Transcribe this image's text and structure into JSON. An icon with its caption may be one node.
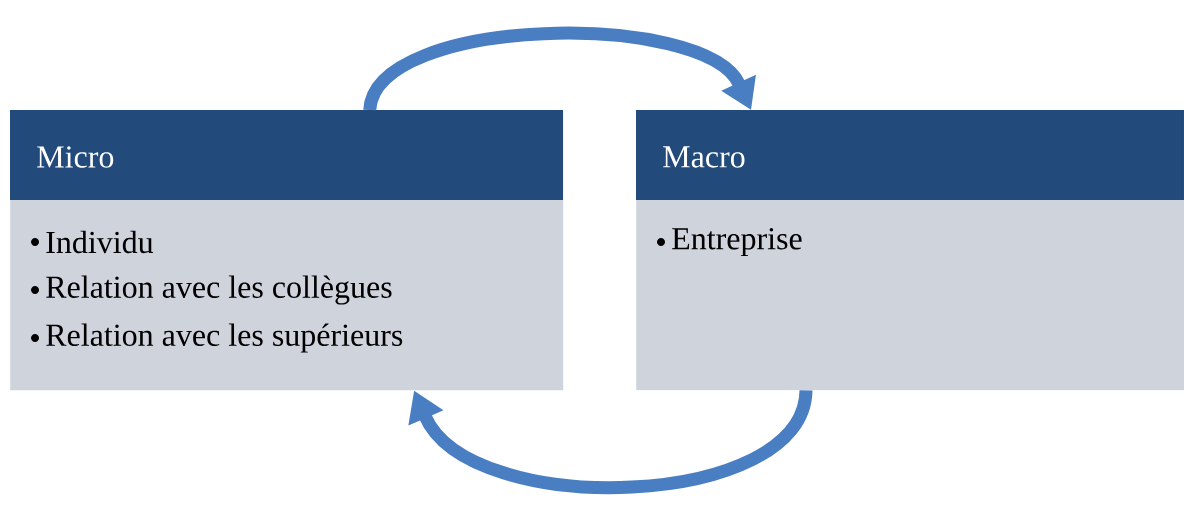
{
  "diagram": {
    "nodes": [
      {
        "text": [
          "Micro",
          "Individu",
          "Relation avec les collègues",
          "Relation avec les supérieurs"
        ]
      },
      {
        "text": [
          "Macro",
          "Entreprise"
        ]
      }
    ],
    "edges": [
      {
        "from": 0,
        "to": 1,
        "arrow": "to"
      },
      {
        "from": 1,
        "to": 0,
        "arrow": "to"
      }
    ]
  }
}
